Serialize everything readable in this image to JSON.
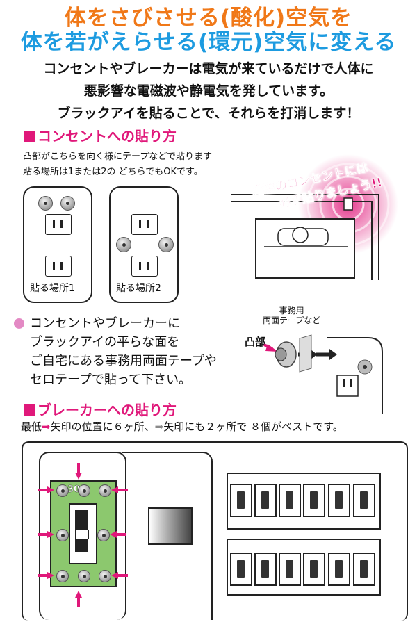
{
  "headline": {
    "line1": "体をさびさせる(酸化)空気を",
    "line2": "体を若がえらせる(環元)空気に変える"
  },
  "intro": [
    "コンセントやブレーカーは電気が来ているだけで人体に",
    "悪影響な電磁波や静電気を発しています。",
    "ブラックアイを貼ることで、それらを打消します！"
  ],
  "outlet_section": {
    "title": "コンセントへの貼り方",
    "notes": [
      "凸部がこちらを向く様にテープなどで貼ります",
      "貼る場所は1または2の どちらでもOKです。"
    ],
    "places": [
      "貼る場所1",
      "貼る場所2"
    ],
    "banner": [
      "寝室のコンセントには",
      "必ず貼りましょう!!"
    ]
  },
  "tape_section": {
    "lines": [
      "コンセントやブレーカーに",
      "ブラックアイの平らな面を",
      "ご自宅にある事務用両面テープや",
      "セロテープで貼って下さい。"
    ],
    "tape_label": [
      "事務用",
      "両面テープなど"
    ],
    "convex_label": "凸部"
  },
  "breaker_section": {
    "title": "ブレーカーへの貼り方",
    "instruction": [
      "最低",
      "矢印の位置に６ヶ所、",
      "矢印にも２ヶ所で ８個がベストです。"
    ],
    "badge": "30A"
  },
  "colors": {
    "orange": "#f07818",
    "blue": "#1d9be0",
    "magenta": "#e0187a",
    "breaker_green": "#8cc86e",
    "arrow_gray": "#8a8a8a"
  },
  "icons": [
    "magenta-arrow-icon",
    "gray-arrow-icon",
    "black-eye-icon",
    "bullet-dot-icon"
  ]
}
